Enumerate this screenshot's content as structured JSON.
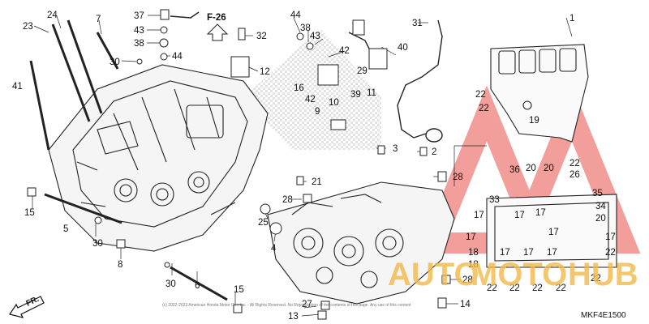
{
  "diagram": {
    "code": "MKF4E1500",
    "frame_ref": "F-26",
    "direction": "FR.",
    "watermark": {
      "word1": "AUTO",
      "word2": "MOTO",
      "word3": "HUB"
    },
    "copyright": "(c) 2022-2023 American Honda Motor Co., Inc. - All Rights Reserved. No Reproduction of the contents of this page. Any use of this content",
    "callouts": [
      {
        "id": "c24a",
        "text": "24"
      },
      {
        "id": "c23",
        "text": "23"
      },
      {
        "id": "c7",
        "text": "7"
      },
      {
        "id": "c37",
        "text": "37"
      },
      {
        "id": "c43a",
        "text": "43"
      },
      {
        "id": "c38a",
        "text": "38"
      },
      {
        "id": "c44a",
        "text": "44"
      },
      {
        "id": "c30a",
        "text": "30"
      },
      {
        "id": "c41",
        "text": "41"
      },
      {
        "id": "c32",
        "text": "32"
      },
      {
        "id": "c12",
        "text": "12"
      },
      {
        "id": "c44b",
        "text": "44"
      },
      {
        "id": "c38b",
        "text": "38"
      },
      {
        "id": "c43b",
        "text": "43"
      },
      {
        "id": "c42a",
        "text": "42"
      },
      {
        "id": "c16",
        "text": "16"
      },
      {
        "id": "c42b",
        "text": "42"
      },
      {
        "id": "c9",
        "text": "9"
      },
      {
        "id": "c10",
        "text": "10"
      },
      {
        "id": "c39",
        "text": "39"
      },
      {
        "id": "c29",
        "text": "29"
      },
      {
        "id": "c11",
        "text": "11"
      },
      {
        "id": "c40",
        "text": "40"
      },
      {
        "id": "c31",
        "text": "31"
      },
      {
        "id": "c1",
        "text": "1"
      },
      {
        "id": "c22a",
        "text": "22"
      },
      {
        "id": "c22b",
        "text": "22"
      },
      {
        "id": "c19",
        "text": "19"
      },
      {
        "id": "c3",
        "text": "3"
      },
      {
        "id": "c2",
        "text": "2"
      },
      {
        "id": "c28a",
        "text": "28"
      },
      {
        "id": "c21",
        "text": "21"
      },
      {
        "id": "c28b",
        "text": "28"
      },
      {
        "id": "c25",
        "text": "25"
      },
      {
        "id": "c4",
        "text": "4"
      },
      {
        "id": "c15a",
        "text": "15"
      },
      {
        "id": "c5",
        "text": "5"
      },
      {
        "id": "c30b",
        "text": "30"
      },
      {
        "id": "c8",
        "text": "8"
      },
      {
        "id": "c30c",
        "text": "30"
      },
      {
        "id": "c6",
        "text": "6"
      },
      {
        "id": "c15b",
        "text": "15"
      },
      {
        "id": "c27",
        "text": "27"
      },
      {
        "id": "c13",
        "text": "13"
      },
      {
        "id": "c14",
        "text": "14"
      },
      {
        "id": "c28c",
        "text": "28"
      },
      {
        "id": "c36",
        "text": "36"
      },
      {
        "id": "c20a",
        "text": "20"
      },
      {
        "id": "c20b",
        "text": "20"
      },
      {
        "id": "c22c",
        "text": "22"
      },
      {
        "id": "c26",
        "text": "26"
      },
      {
        "id": "c35",
        "text": "35"
      },
      {
        "id": "c33",
        "text": "33"
      },
      {
        "id": "c17a",
        "text": "17"
      },
      {
        "id": "c17b",
        "text": "17"
      },
      {
        "id": "c34",
        "text": "34"
      },
      {
        "id": "c20c",
        "text": "20"
      },
      {
        "id": "c17c",
        "text": "17"
      },
      {
        "id": "c17d",
        "text": "17"
      },
      {
        "id": "c17e",
        "text": "17"
      },
      {
        "id": "c17f",
        "text": "17"
      },
      {
        "id": "c18a",
        "text": "18"
      },
      {
        "id": "c18b",
        "text": "18"
      },
      {
        "id": "c17g",
        "text": "17"
      },
      {
        "id": "c17h",
        "text": "17"
      },
      {
        "id": "c17i",
        "text": "17"
      },
      {
        "id": "c22d",
        "text": "22"
      },
      {
        "id": "c22e",
        "text": "22"
      },
      {
        "id": "c22f",
        "text": "22"
      },
      {
        "id": "c22g",
        "text": "22"
      },
      {
        "id": "c22h",
        "text": "22"
      },
      {
        "id": "c22i",
        "text": "22"
      }
    ]
  }
}
